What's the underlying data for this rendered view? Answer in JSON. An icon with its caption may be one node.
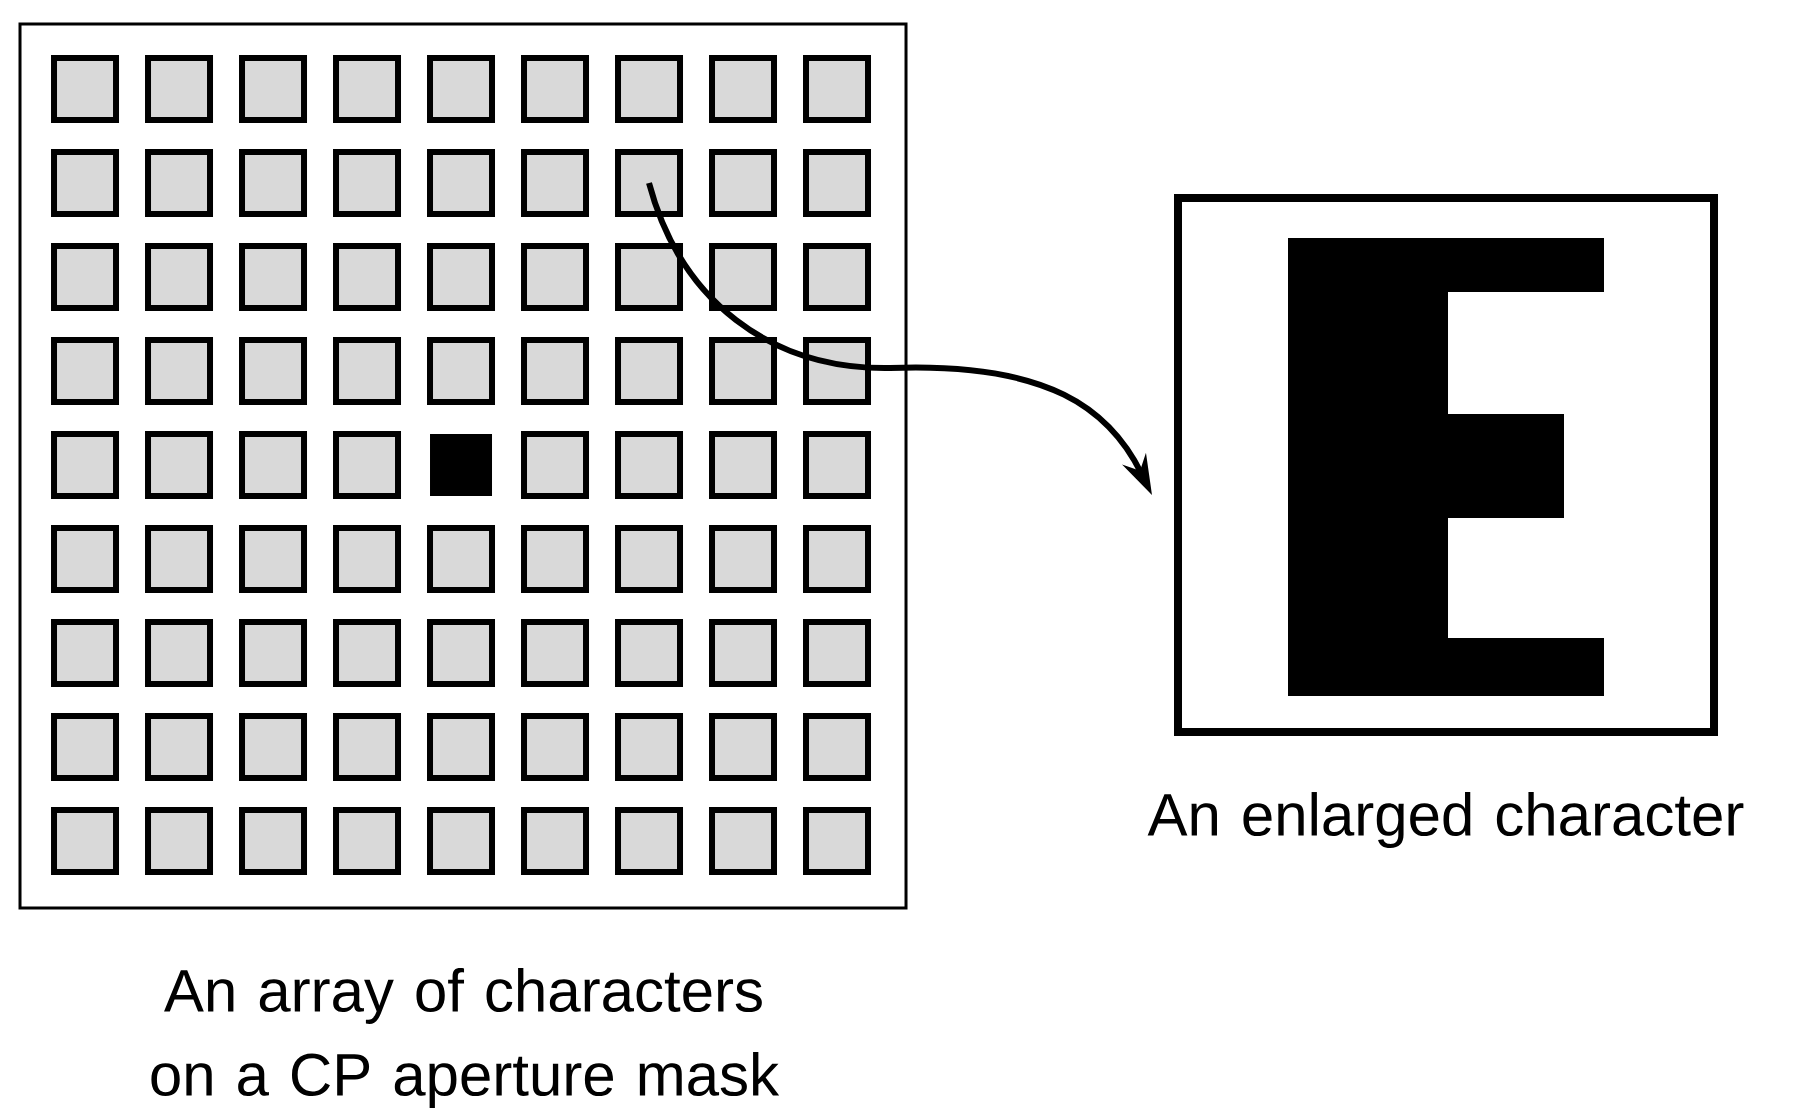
{
  "diagram": {
    "nodes": [
      {
        "text": [
          "An array of characters on a CP aperture mask"
        ]
      },
      {
        "text": [],
        "shape": "box",
        "in": 0
      },
      {
        "text": [
          "An enlarged character"
        ]
      }
    ],
    "edges": [
      {
        "from": 1,
        "to": 2,
        "arrow": "to"
      }
    ]
  }
}
